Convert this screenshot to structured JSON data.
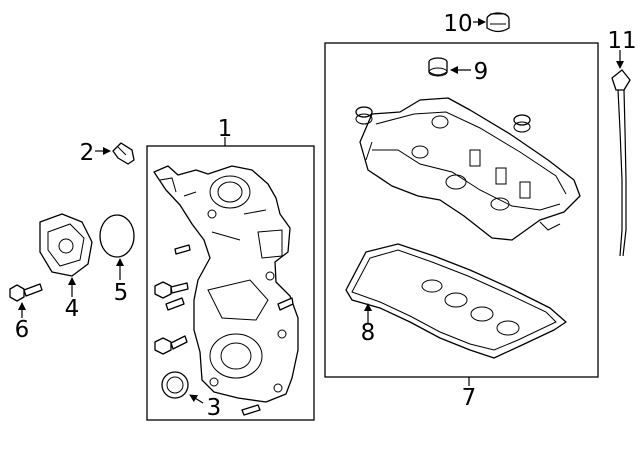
{
  "diagram": {
    "callouts": [
      {
        "id": "1",
        "label": "1",
        "part": "timing-cover"
      },
      {
        "id": "2",
        "label": "2",
        "part": "sensor"
      },
      {
        "id": "3",
        "label": "3",
        "part": "front-crank-seal"
      },
      {
        "id": "4",
        "label": "4",
        "part": "vacuum-pump"
      },
      {
        "id": "5",
        "label": "5",
        "part": "o-ring"
      },
      {
        "id": "6",
        "label": "6",
        "part": "bolt"
      },
      {
        "id": "7",
        "label": "7",
        "part": "valve-cover-assembly"
      },
      {
        "id": "8",
        "label": "8",
        "part": "valve-cover-gasket"
      },
      {
        "id": "9",
        "label": "9",
        "part": "grommet"
      },
      {
        "id": "10",
        "label": "10",
        "part": "oil-filler-cap"
      },
      {
        "id": "11",
        "label": "11",
        "part": "dipstick"
      }
    ]
  }
}
